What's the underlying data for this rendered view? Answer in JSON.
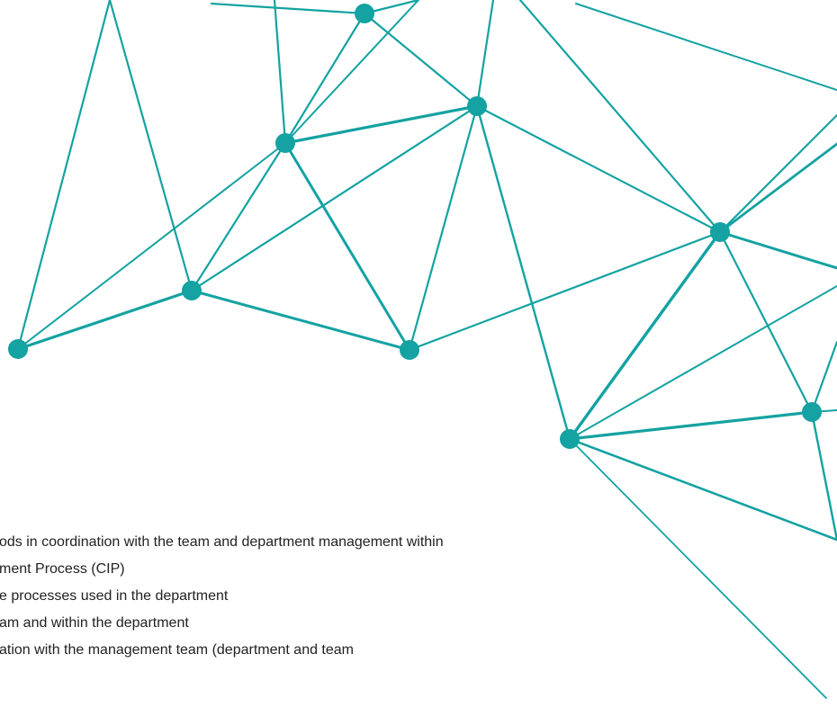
{
  "colors": {
    "network": "#14A2A2",
    "text": "#222222",
    "background": "#ffffff"
  },
  "text_lines": [
    "ods in coordination with the team and department management within",
    "ment Process (CIP)",
    "e processes used in the department",
    "am and within the department",
    "ation with the management team (department and team"
  ]
}
